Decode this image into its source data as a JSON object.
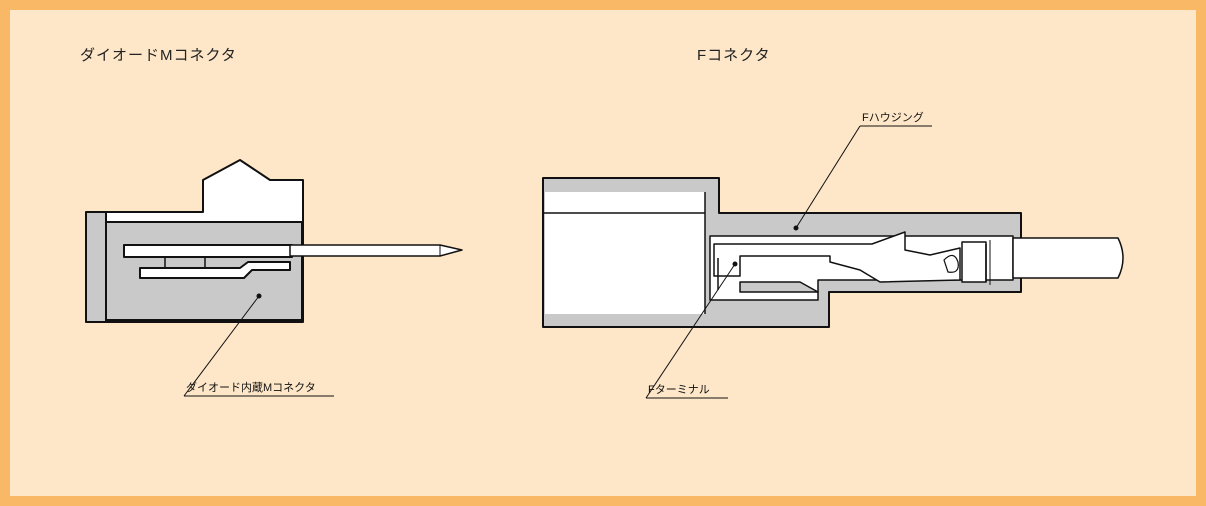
{
  "titles": {
    "left": "ダイオードMコネクタ",
    "right": "Fコネクタ"
  },
  "labels": {
    "diode_builtin_m_connector": "ダイオード内蔵Mコネクタ",
    "f_housing": "Fハウジング",
    "f_terminal": "Fターミナル"
  },
  "colors": {
    "frame": "#f9b865",
    "background": "#fee6c8",
    "housing_gray": "#c9c9c9"
  }
}
